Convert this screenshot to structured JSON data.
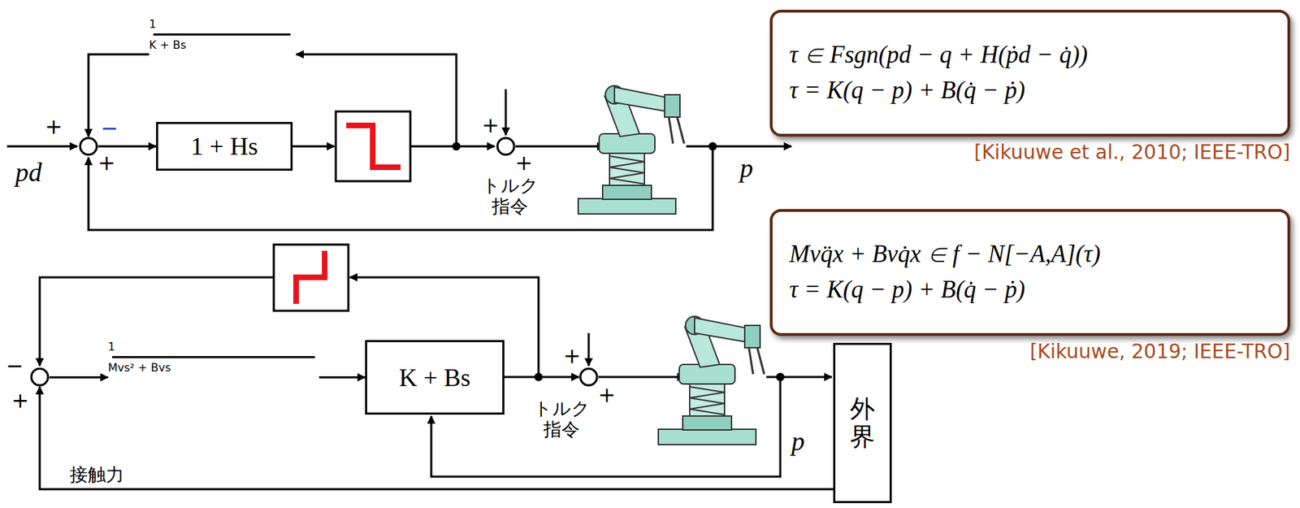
{
  "diagram": {
    "nodes": [
      {
        "text": [
          "τ ∈ Fsgn(pd − q + H(ṗd − q̇))",
          "τ = K(q − p) + B(q̇ − ṗ)"
        ]
      },
      {
        "text": [
          "+",
          "−",
          "+"
        ]
      },
      {
        "text": [
          "1 + Hs"
        ]
      },
      {
        "text": [
          "1",
          "K + Bs"
        ]
      },
      {
        "text": [
          "+",
          "+"
        ]
      },
      {
        "text": [
          "Mvq̈x + Bvq̇x ∈ f − N[−A,A](τ)",
          "τ = K(q − p) + B(q̇ − ṗ)"
        ]
      },
      {
        "text": [
          "−",
          "+"
        ]
      },
      {
        "text": [
          "1",
          "Mvs² + Bvs"
        ]
      },
      {
        "text": [
          "K + Bs"
        ]
      },
      {
        "text": [
          "+",
          "+"
        ]
      },
      {
        "text": [
          "外界"
        ]
      }
    ],
    "edges": [
      {
        "from": 1,
        "to": 2,
        "arrow": "to"
      },
      {
        "from": 3,
        "to": 1,
        "arrow": "to"
      },
      {
        "from": 6,
        "to": 7,
        "arrow": "to"
      },
      {
        "from": 7,
        "to": 8,
        "arrow": "to"
      },
      {
        "from": 8,
        "to": 9,
        "arrow": "to"
      },
      {
        "from": 10,
        "to": 6,
        "label": "接触力",
        "arrow": "to"
      }
    ],
    "labels": [
      "pd",
      "トルク 指令",
      "p",
      "[Kikuuwe et al., 2010; IEEE-TRO]",
      "[Kikuuwe, 2019; IEEE-TRO]",
      "トルク 指令",
      "p"
    ]
  }
}
